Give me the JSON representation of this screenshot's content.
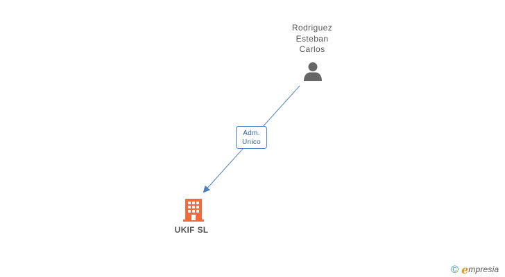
{
  "person": {
    "name_lines": [
      "Rodriguez",
      "Esteban",
      "Carlos"
    ],
    "icon": "person-icon"
  },
  "relation": {
    "role_lines": [
      "Adm.",
      "Unico"
    ]
  },
  "company": {
    "name": "UKIF SL",
    "icon": "building-icon",
    "color": "#f26a3a"
  },
  "brand": {
    "copyright_symbol": "©",
    "logo_initial": "e",
    "logo_rest": "mpresia",
    "accent_color": "#e39a2a"
  },
  "colors": {
    "edge": "#4a7fc1",
    "person_icon": "#666666",
    "text": "#555555"
  }
}
